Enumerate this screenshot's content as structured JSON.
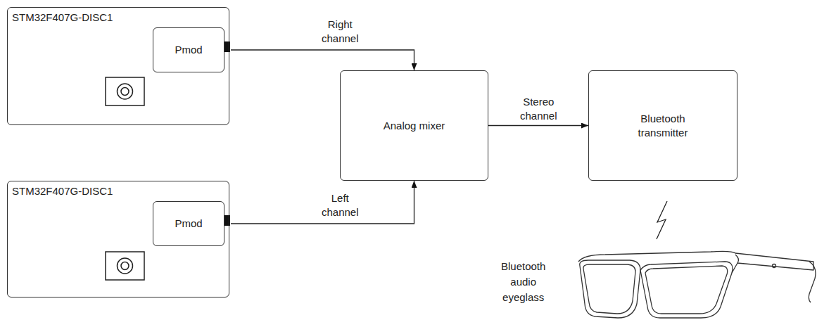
{
  "diagram": {
    "nodes": [
      {
        "text": [
          "STM32F407G-DISC1"
        ]
      },
      {
        "text": [
          "Pmod"
        ],
        "in": 0
      },
      {
        "text": [
          "Analog mixer"
        ]
      },
      {
        "text": [
          "Bluetooth transmitter"
        ]
      },
      {
        "text": [
          "STM32F407G-DISC1"
        ]
      },
      {
        "text": [
          "Pmod"
        ],
        "in": 4
      }
    ],
    "edges": [
      {
        "from": 1,
        "to": 2,
        "label": "Right channel",
        "arrow": "to"
      },
      {
        "from": 5,
        "to": 2,
        "label": "Left channel",
        "arrow": "to"
      },
      {
        "from": 2,
        "to": 3,
        "label": "Stereo channel",
        "arrow": "to"
      }
    ],
    "labels": [
      "Bluetooth audio eyeglass"
    ]
  }
}
